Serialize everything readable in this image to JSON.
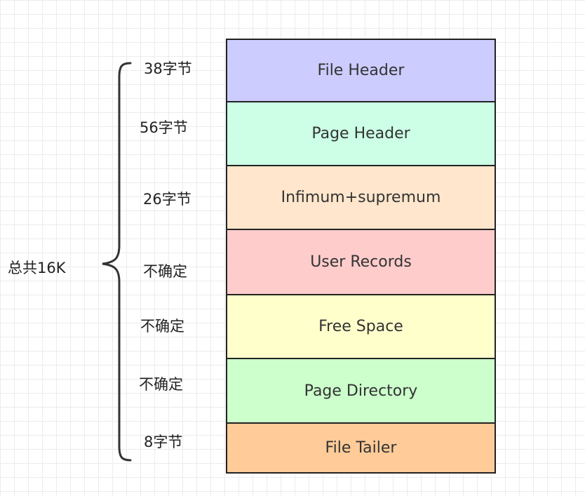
{
  "diagram": {
    "total_label": "总共16K",
    "sections": [
      {
        "name": "File Header",
        "size": "38字节",
        "color": "#ccccff"
      },
      {
        "name": "Page Header",
        "size": "56字节",
        "color": "#ccffe6"
      },
      {
        "name": "Infimum+supremum",
        "size": "26字节",
        "color": "#ffe6cc"
      },
      {
        "name": "User Records",
        "size": "不确定",
        "color": "#ffcccc"
      },
      {
        "name": "Free Space",
        "size": "不确定",
        "color": "#ffffcc"
      },
      {
        "name": "Page Directory",
        "size": "不确定",
        "color": "#ccffcc"
      },
      {
        "name": "File Tailer",
        "size": "8字节",
        "color": "#ffcc99"
      }
    ]
  }
}
